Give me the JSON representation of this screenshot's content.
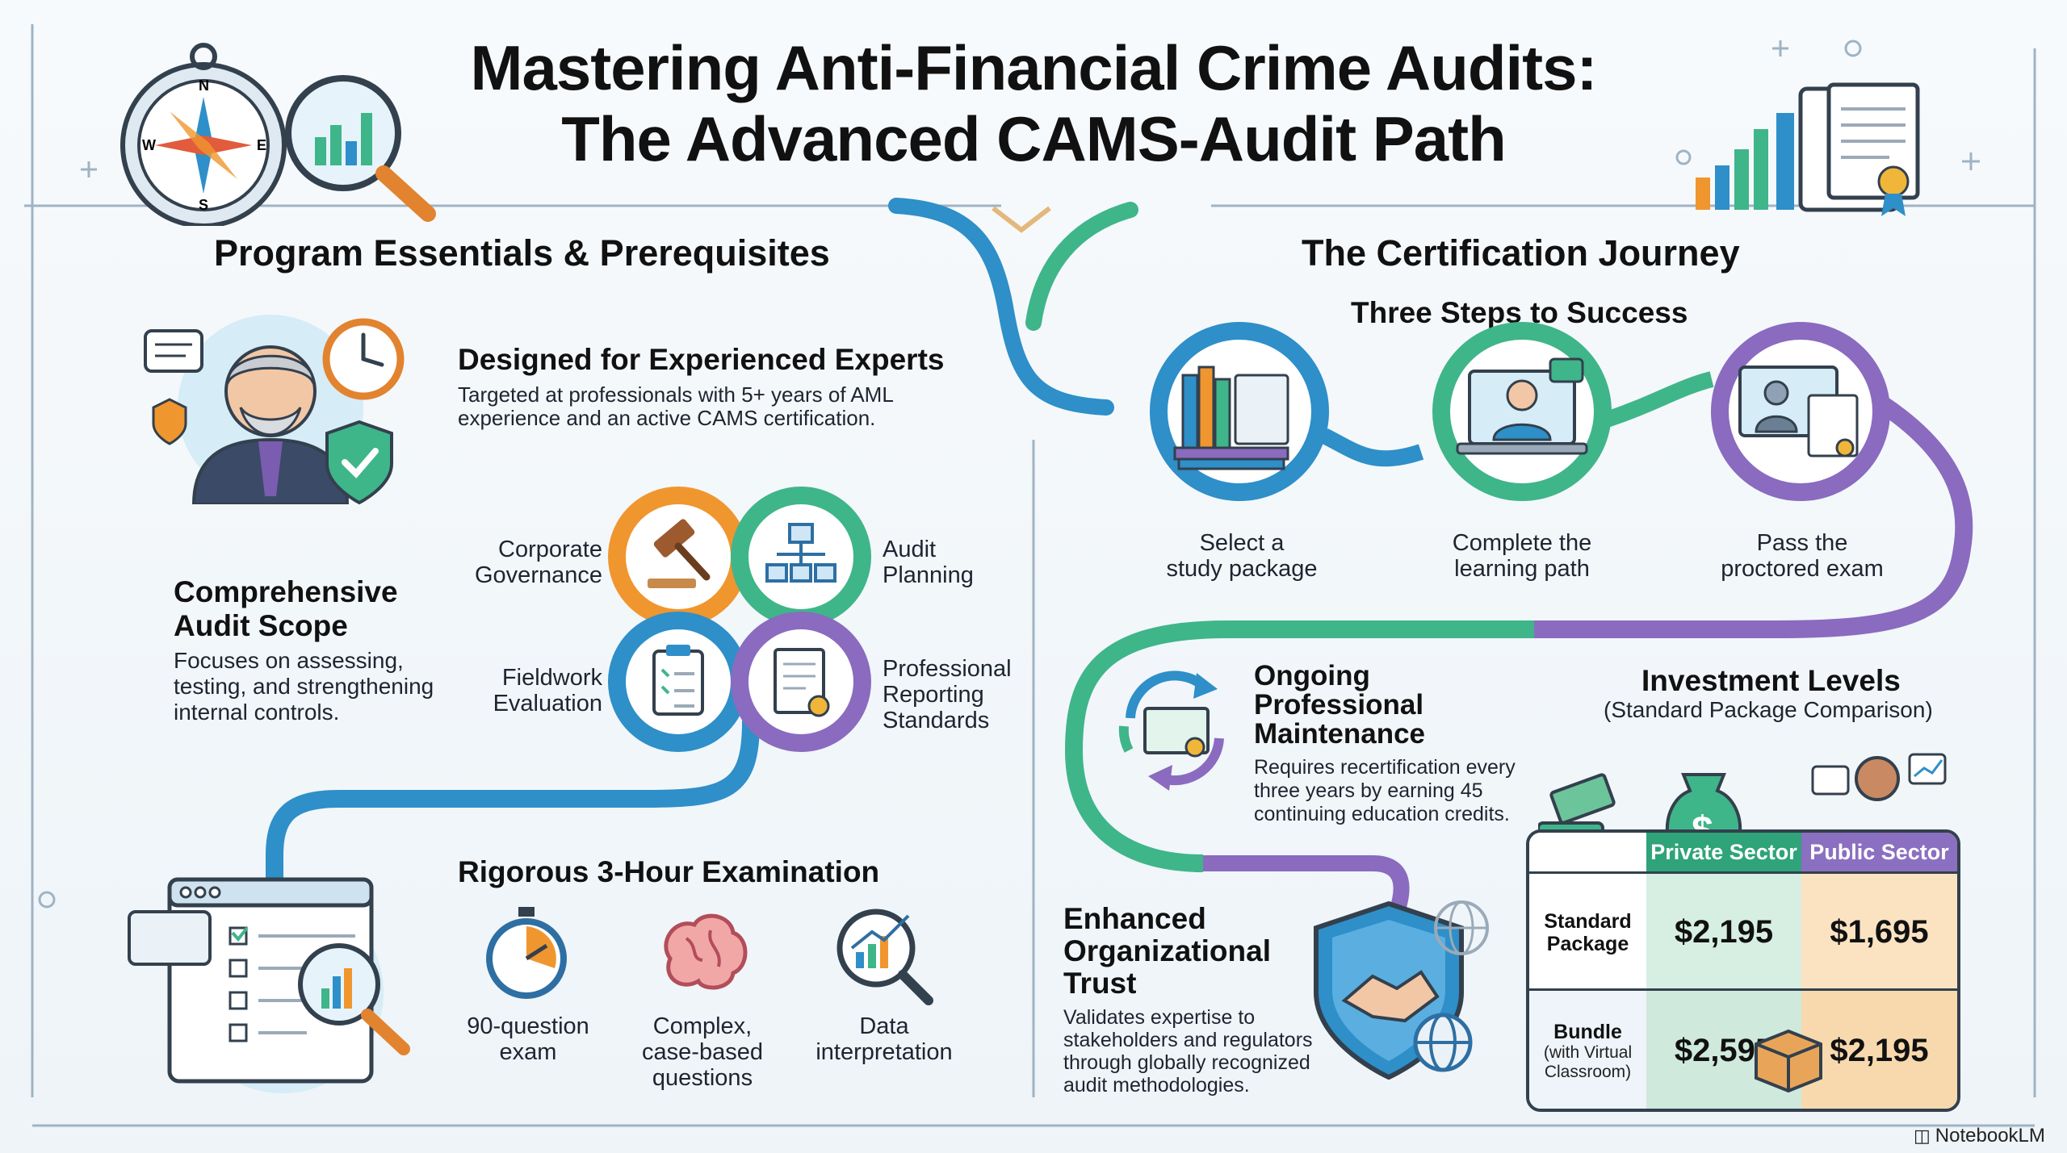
{
  "title": {
    "line1": "Mastering Anti-Financial Crime Audits:",
    "line2": "The Advanced CAMS-Audit Path"
  },
  "left": {
    "heading": "Program Essentials & Prerequisites",
    "experts": {
      "title": "Designed for Experienced Experts",
      "desc_line1": "Targeted at professionals with 5+ years of AML",
      "desc_line2": "experience and an active CAMS certification."
    },
    "scope": {
      "title_line1": "Comprehensive",
      "title_line2": "Audit Scope",
      "desc_line1": "Focuses on assessing,",
      "desc_line2": "testing, and strengthening",
      "desc_line3": "internal controls."
    },
    "domains": {
      "governance": [
        "Corporate",
        "Governance"
      ],
      "planning": [
        "Audit",
        "Planning"
      ],
      "fieldwork": [
        "Fieldwork",
        "Evaluation"
      ],
      "reporting": [
        "Professional",
        "Reporting",
        "Standards"
      ]
    },
    "exam": {
      "title": "Rigorous 3-Hour Examination",
      "items": [
        {
          "line1": "90-question",
          "line2": "exam",
          "line3": ""
        },
        {
          "line1": "Complex,",
          "line2": "case-based",
          "line3": "questions"
        },
        {
          "line1": "Data",
          "line2": "interpretation",
          "line3": ""
        }
      ]
    }
  },
  "right": {
    "heading": "The Certification Journey",
    "steps_title": "Three Steps to Success",
    "steps": [
      {
        "line1": "Select a",
        "line2": "study package"
      },
      {
        "line1": "Complete the",
        "line2": "learning path"
      },
      {
        "line1": "Pass the",
        "line2": "proctored exam"
      }
    ],
    "maintenance": {
      "title_line1": "Ongoing",
      "title_line2": "Professional",
      "title_line3": "Maintenance",
      "desc_line1": "Requires recertification every",
      "desc_line2": "three years by earning 45",
      "desc_line3": "continuing education credits."
    },
    "investment": {
      "title": "Investment Levels",
      "subtitle": "(Standard Package Comparison)",
      "col_private": "Private Sector",
      "col_public": "Public Sector",
      "rows": [
        {
          "label_line1": "Standard",
          "label_line2": "Package",
          "sub_line1": "",
          "sub_line2": "",
          "private": "$2,195",
          "public": "$1,695"
        },
        {
          "label_line1": "Bundle",
          "label_line2": "",
          "sub_line1": "(with Virtual",
          "sub_line2": "Classroom)",
          "private": "$2,595",
          "public": "$2,195"
        }
      ]
    },
    "trust": {
      "title_line1": "Enhanced",
      "title_line2": "Organizational",
      "title_line3": "Trust",
      "desc_line1": "Validates expertise to",
      "desc_line2": "stakeholders and regulators",
      "desc_line3": "through globally recognized",
      "desc_line4": "audit methodologies."
    }
  },
  "footer": {
    "brand": "NotebookLM"
  },
  "icons": [
    "compass-icon",
    "magnifier-chart-icon",
    "documents-chart-icon",
    "expert-icon",
    "clock-icon",
    "shield-check-icon",
    "gavel-icon",
    "flowchart-icon",
    "clipboard-icon",
    "certificate-icon",
    "exam-screen-icon",
    "stopwatch-icon",
    "brain-icon",
    "data-magnifier-icon",
    "books-icon",
    "laptop-learner-icon",
    "proctored-exam-icon",
    "recycle-certificate-icon",
    "money-bag-icon",
    "handshake-shield-icon",
    "globe-icon",
    "package-icon"
  ],
  "colors": {
    "blue": "#2e8fc9",
    "green": "#3fb58a",
    "purple": "#8a6bbf",
    "orange": "#f0962e",
    "private_cell": "#d7efe3",
    "public_cell": "#fbe3c2",
    "head_green": "#2fa37a",
    "head_purple": "#8b6fc0"
  }
}
